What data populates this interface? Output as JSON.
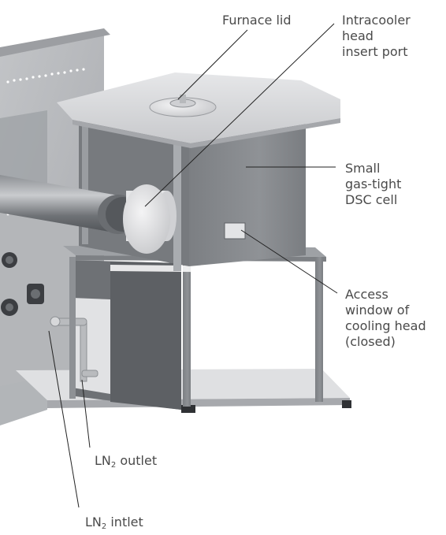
{
  "callouts": {
    "furnace_lid": "Furnace lid",
    "insert_port": "Intracooler\nhead\ninsert port",
    "dsc_cell": "Small\ngas-tight\nDSC cell",
    "access_window": "Access\nwindow of\ncooling head\n(closed)",
    "ln2_outlet": {
      "prefix": "LN",
      "subscript": "2",
      "suffix": " outlet"
    },
    "ln2_inlet": {
      "prefix": "LN",
      "subscript": "2",
      "suffix": " intlet"
    }
  },
  "colors": {
    "label_text": "#4a4a4a",
    "leader_line": "#222222",
    "furnace_box": "#8a8d91",
    "lid_top": "#d9dadc",
    "frame_metal": "#a3a6aa",
    "background": "#ffffff"
  }
}
